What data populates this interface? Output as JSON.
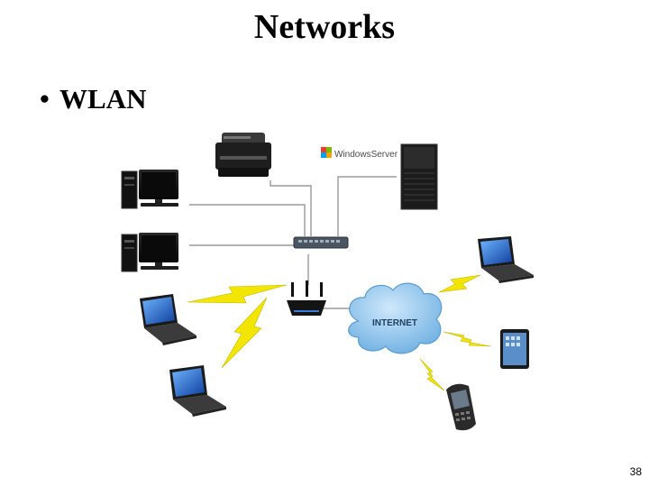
{
  "slide": {
    "title": "Networks",
    "bullet": "WLAN",
    "page_number": "38"
  },
  "diagram": {
    "server_label": "WindowsServer",
    "internet_label": "INTERNET",
    "colors": {
      "wire": "#9a9a9a",
      "lightning": "#f2e600",
      "cloud": "#8fc4ea",
      "cloud_edge": "#5a9cd0"
    }
  }
}
